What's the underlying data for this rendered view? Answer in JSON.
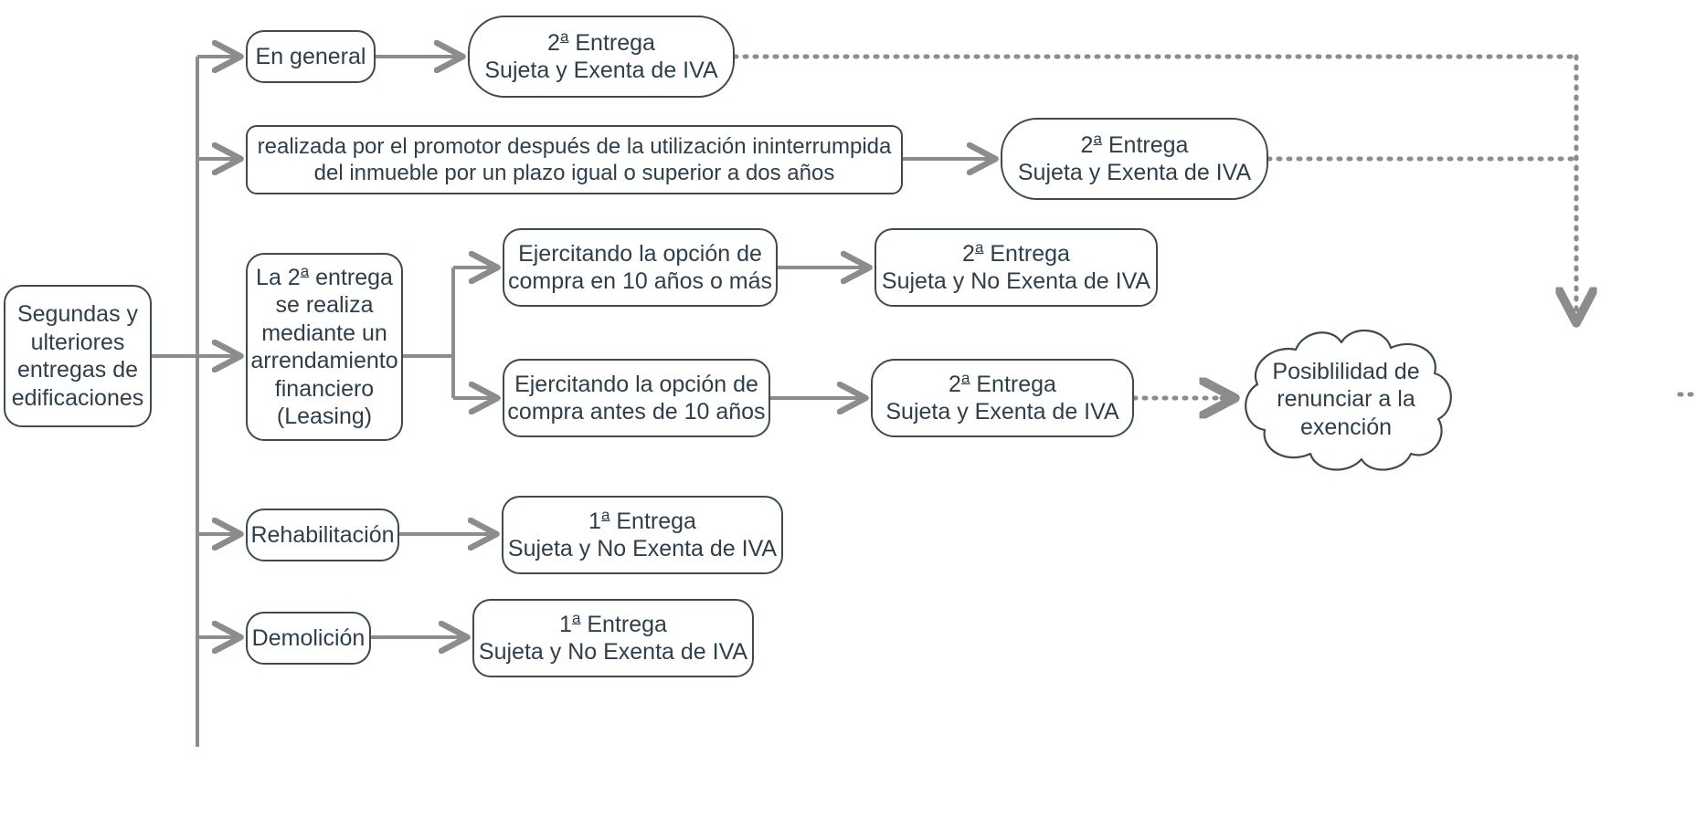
{
  "diagram": {
    "title": "Segundas y ulteriores entregas de edificaciones - IVA",
    "colors": {
      "node_border": "#3c4a52",
      "node_text": "#2e3f4b",
      "edge_solid": "#8c8c8c",
      "edge_dotted": "#8c8c8c",
      "background": "#ffffff"
    },
    "nodes": {
      "root": {
        "label": "Segundas y\nulteriores\nentregas de\nedificaciones"
      },
      "en_general": {
        "label": "En general"
      },
      "en_general_result": {
        "label": "2ª Entrega\nSujeta y Exenta de IVA"
      },
      "promotor": {
        "label": "realizada por el promotor después de la utilización ininterrumpida\ndel inmueble por un plazo igual o superior a dos años"
      },
      "promotor_result": {
        "label": "2ª Entrega\nSujeta y Exenta de IVA"
      },
      "leasing": {
        "label": "La 2ª entrega\nse realiza\nmediante un\narrendamiento\nfinanciero\n(Leasing)"
      },
      "opcion_10_mas": {
        "label": "Ejercitando la opción de\ncompra en 10 años o más"
      },
      "opcion_10_mas_result": {
        "label": "2ª Entrega\nSujeta y No Exenta de IVA"
      },
      "opcion_antes_10": {
        "label": "Ejercitando la opción de\ncompra antes de 10 años"
      },
      "opcion_antes_10_result": {
        "label": "2ª Entrega\nSujeta y Exenta de IVA"
      },
      "rehabilitacion": {
        "label": "Rehabilitación"
      },
      "rehabilitacion_result": {
        "label": "1ª Entrega\nSujeta y No Exenta de IVA"
      },
      "demolicion": {
        "label": "Demolición"
      },
      "demolicion_result": {
        "label": "1ª Entrega\nSujeta y No Exenta de IVA"
      },
      "cloud": {
        "label": "Posiblilidad de\nrenunciar a la\nexención"
      }
    },
    "edges": [
      {
        "from": "root",
        "to": "en_general",
        "style": "solid",
        "arrow": true
      },
      {
        "from": "en_general",
        "to": "en_general_result",
        "style": "solid",
        "arrow": true
      },
      {
        "from": "root",
        "to": "promotor",
        "style": "solid",
        "arrow": true
      },
      {
        "from": "promotor",
        "to": "promotor_result",
        "style": "solid",
        "arrow": true
      },
      {
        "from": "root",
        "to": "leasing",
        "style": "solid",
        "arrow": true
      },
      {
        "from": "leasing",
        "to": "opcion_10_mas",
        "style": "solid",
        "arrow": true
      },
      {
        "from": "opcion_10_mas",
        "to": "opcion_10_mas_result",
        "style": "solid",
        "arrow": true
      },
      {
        "from": "leasing",
        "to": "opcion_antes_10",
        "style": "solid",
        "arrow": true
      },
      {
        "from": "opcion_antes_10",
        "to": "opcion_antes_10_result",
        "style": "solid",
        "arrow": true
      },
      {
        "from": "root",
        "to": "rehabilitacion",
        "style": "solid",
        "arrow": true
      },
      {
        "from": "rehabilitacion",
        "to": "rehabilitacion_result",
        "style": "solid",
        "arrow": true
      },
      {
        "from": "root",
        "to": "demolicion",
        "style": "solid",
        "arrow": true
      },
      {
        "from": "demolicion",
        "to": "demolicion_result",
        "style": "solid",
        "arrow": true
      },
      {
        "from": "en_general_result",
        "to": "cloud",
        "style": "dotted",
        "arrow": true
      },
      {
        "from": "promotor_result",
        "to": "cloud",
        "style": "dotted",
        "arrow": true
      },
      {
        "from": "opcion_antes_10_result",
        "to": "cloud",
        "style": "dotted",
        "arrow": true
      }
    ]
  }
}
